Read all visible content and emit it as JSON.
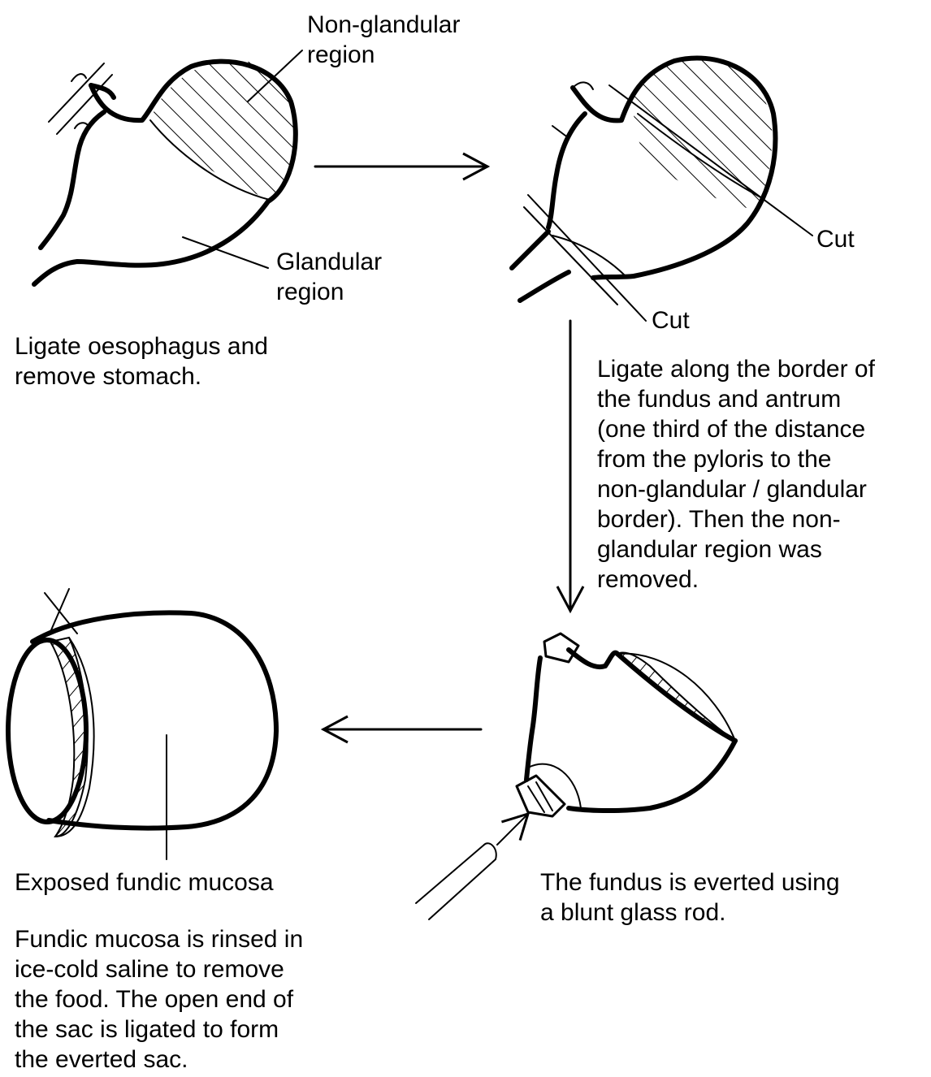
{
  "labels": {
    "non_glandular_line1": "Non-glandular",
    "non_glandular_line2": "region",
    "glandular_line1": "Glandular",
    "glandular_line2": "region",
    "cut_upper": "Cut",
    "cut_lower": "Cut",
    "exposed_fundic_mucosa": "Exposed fundic mucosa"
  },
  "steps": [
    {
      "lines": [
        "Ligate oesophagus and",
        "remove stomach."
      ]
    },
    {
      "lines": [
        "Ligate along the border of",
        "the fundus and antrum",
        "(one third of the distance",
        "from the pyloris to the",
        "non-glandular / glandular",
        "border). Then the non-",
        "glandular region was",
        "removed."
      ]
    },
    {
      "lines": [
        "The fundus is everted using",
        "a blunt glass rod."
      ]
    },
    {
      "lines": [
        "Fundic mucosa is rinsed in",
        "ice-cold saline to remove",
        "the food. The open end of",
        "the sac is ligated to form",
        "the everted sac."
      ]
    }
  ]
}
